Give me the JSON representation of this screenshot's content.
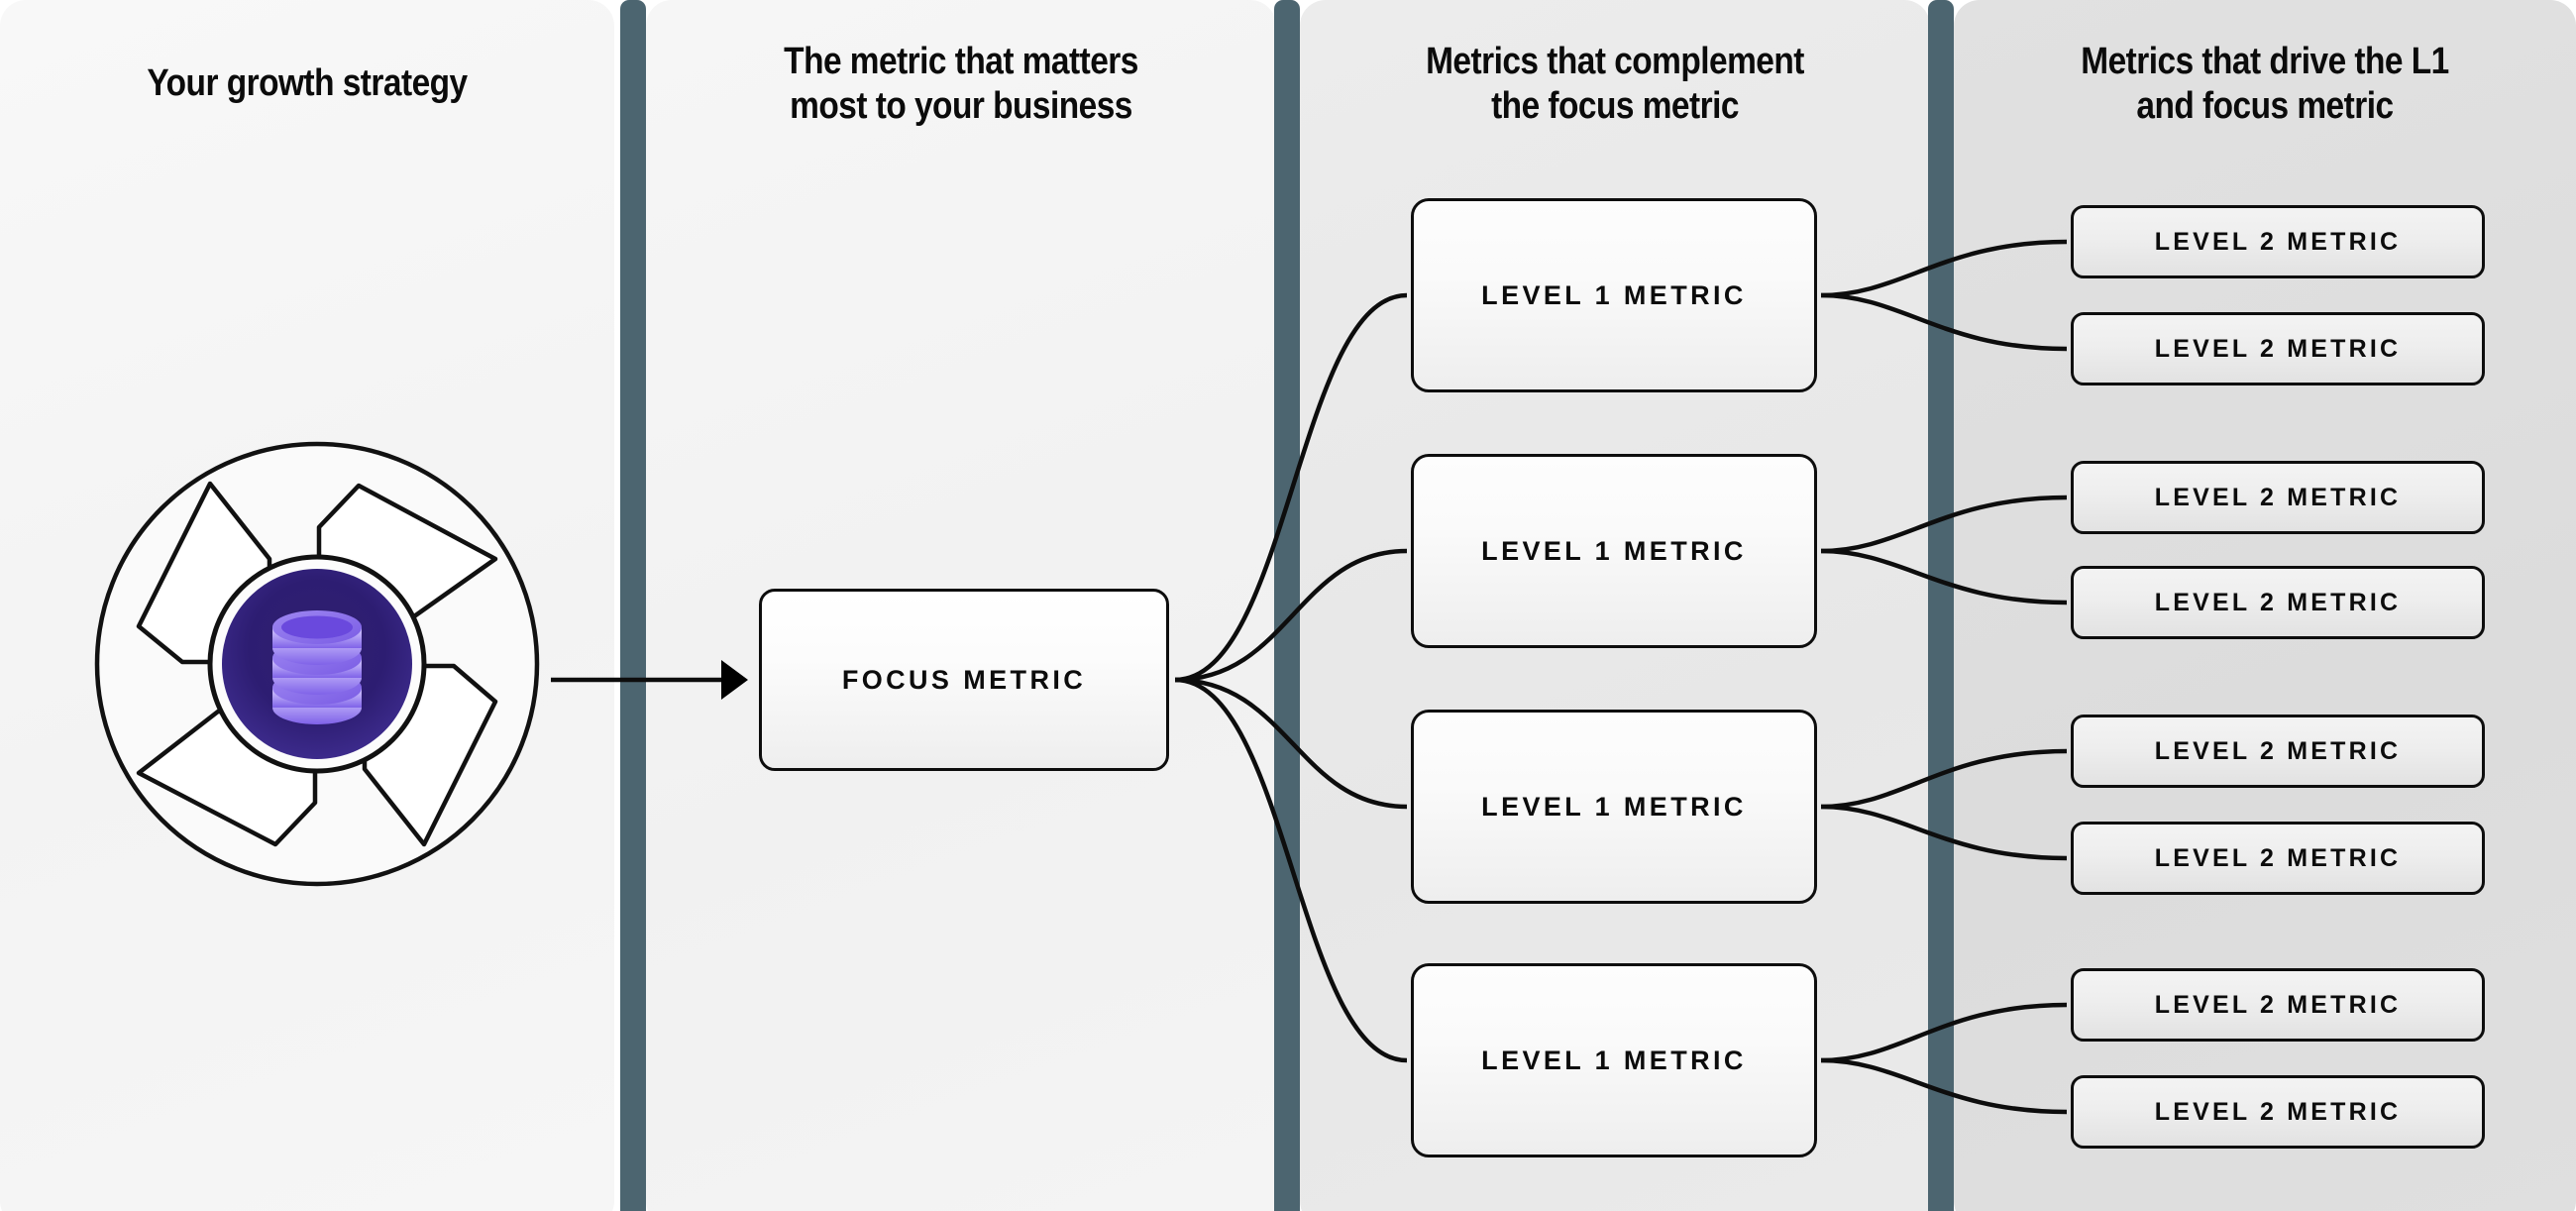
{
  "columns": [
    {
      "id": "growth-strategy",
      "heading": "Your growth strategy"
    },
    {
      "id": "focus-metric",
      "heading": "The metric that matters\nmost to your business"
    },
    {
      "id": "level-1-metrics",
      "heading": "Metrics that complement\nthe focus metric"
    },
    {
      "id": "level-2-metrics",
      "heading": "Metrics that drive the L1\nand focus metric"
    }
  ],
  "logo": {
    "name": "database-pinwheel-logo",
    "icon": "database-stack-icon",
    "ring_fill": "#fafafa",
    "ring_stroke": "#111111",
    "core_gradient_inner": "#2a1a6e",
    "core_gradient_outer": "#3d2a8c",
    "disc_light": "#cdc0fa",
    "disc_mid": "#a893f4",
    "disc_dark": "#6f4fe0"
  },
  "focus_node": {
    "label": "FOCUS METRIC"
  },
  "level1_nodes": [
    {
      "label": "LEVEL 1 METRIC"
    },
    {
      "label": "LEVEL 1 METRIC"
    },
    {
      "label": "LEVEL 1 METRIC"
    },
    {
      "label": "LEVEL 1 METRIC"
    }
  ],
  "level2_nodes": [
    {
      "label": "LEVEL 2 METRIC"
    },
    {
      "label": "LEVEL 2 METRIC"
    },
    {
      "label": "LEVEL 2 METRIC"
    },
    {
      "label": "LEVEL 2 METRIC"
    },
    {
      "label": "LEVEL 2 METRIC"
    },
    {
      "label": "LEVEL 2 METRIC"
    },
    {
      "label": "LEVEL 2 METRIC"
    },
    {
      "label": "LEVEL 2 METRIC"
    }
  ],
  "theme": {
    "divider_color": "#4c6570",
    "line_color": "#0d0d0d",
    "text_color": "#0b0b0b",
    "col1_bg": "#f5f5f5",
    "col2_bg": "#f3f3f3",
    "col3_bg": "#e9e9e9",
    "col4_bg": "#dedede"
  }
}
